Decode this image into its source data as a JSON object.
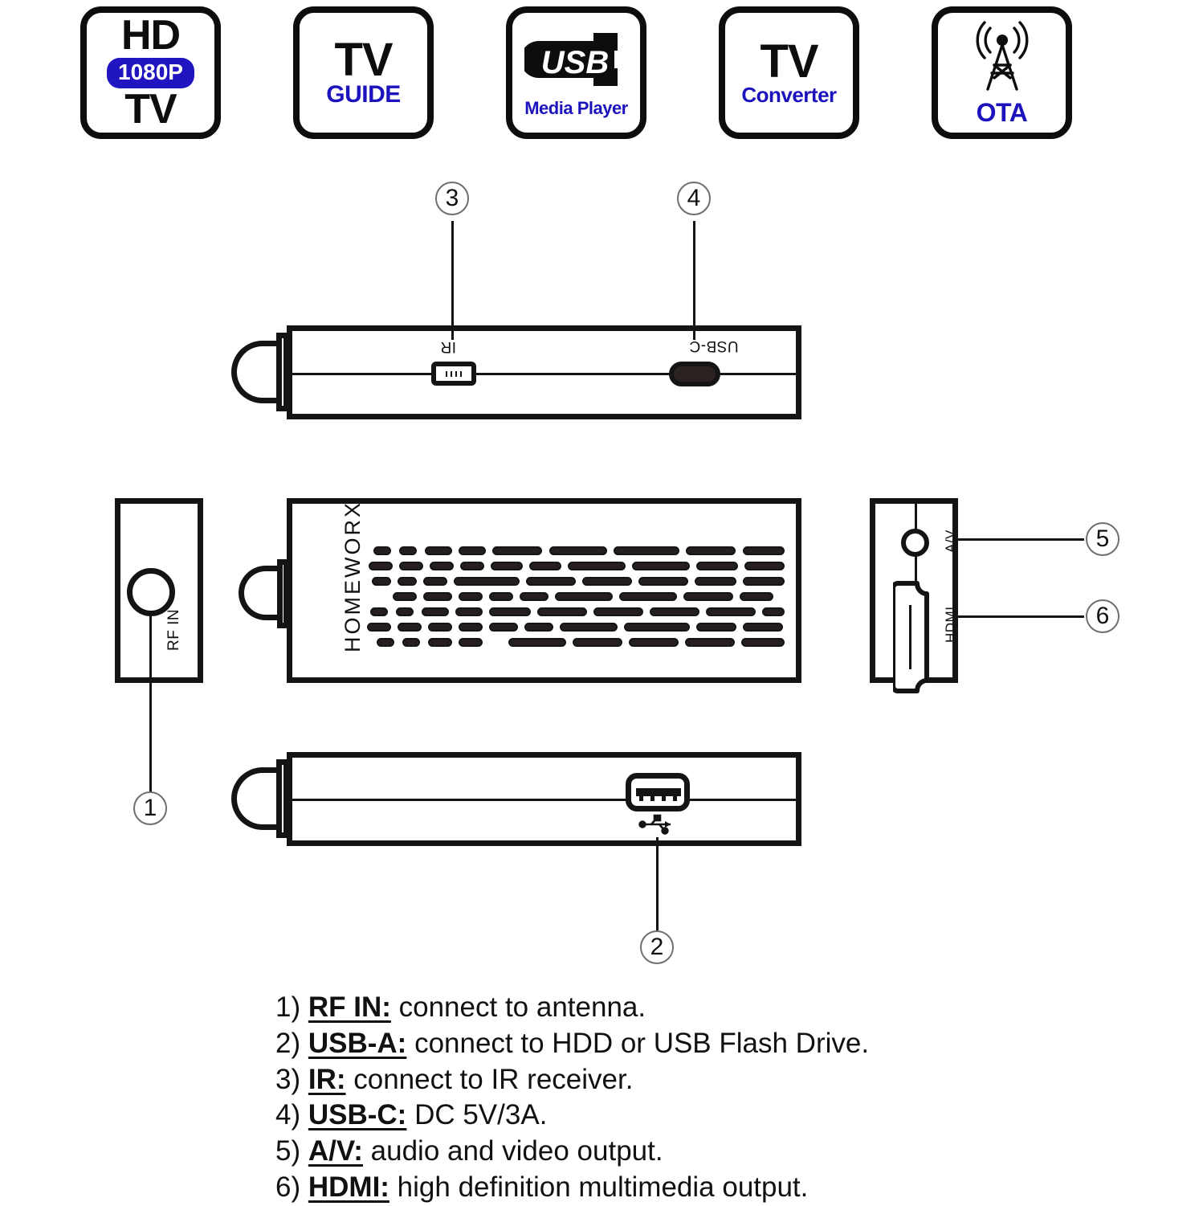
{
  "badges": [
    {
      "name": "hd-1080p-tv",
      "top_text": "HD",
      "pill_text": "1080P",
      "bottom_text": "TV",
      "icon": "hd-tv-icon"
    },
    {
      "name": "tv-guide",
      "top_text": "TV",
      "sub_text": "GUIDE",
      "icon": "tv-guide-icon"
    },
    {
      "name": "usb-media-player",
      "top_text": "USB",
      "sub_text": "Media Player",
      "icon": "usb-logo-icon"
    },
    {
      "name": "tv-converter",
      "top_text": "TV",
      "sub_text": "Converter",
      "icon": "tv-converter-icon"
    },
    {
      "name": "ota",
      "top_text": "",
      "sub_text": "OTA",
      "icon": "broadcast-tower-icon"
    }
  ],
  "colors": {
    "brand_blue": "#1c13bd",
    "pill_blue": "#2015c0",
    "ink": "#141414",
    "callout_stroke": "#6f6f6f"
  },
  "device": {
    "brand_name": "HOMEWORX",
    "views": {
      "top": {
        "name": "top-edge-view",
        "port_labels": [
          "IR",
          "USB-C"
        ]
      },
      "left_end": {
        "name": "left-end-view",
        "port_labels": [
          "RF IN"
        ]
      },
      "front": {
        "name": "front-face-view"
      },
      "right_end": {
        "name": "right-end-view",
        "port_labels": [
          "A/V",
          "HDMI"
        ]
      },
      "bottom": {
        "name": "bottom-edge-view",
        "port_labels": [
          "USB"
        ]
      }
    }
  },
  "callouts": [
    {
      "number": "1",
      "target": "RF IN"
    },
    {
      "number": "2",
      "target": "USB-A"
    },
    {
      "number": "3",
      "target": "IR"
    },
    {
      "number": "4",
      "target": "USB-C"
    },
    {
      "number": "5",
      "target": "A/V"
    },
    {
      "number": "6",
      "target": "HDMI"
    }
  ],
  "port_labels": {
    "ir": "IR",
    "usb_c": "USB-C",
    "rf_in": "RF IN",
    "av": "A/V",
    "hdmi": "HDMI"
  },
  "legend": [
    {
      "num": "1)",
      "term": "RF IN:",
      "desc": " connect to antenna."
    },
    {
      "num": "2)",
      "term": "USB-A:",
      "desc": " connect to HDD or USB Flash Drive."
    },
    {
      "num": "3)",
      "term": "IR:",
      "desc": " connect to IR receiver."
    },
    {
      "num": "4)",
      "term": "USB-C:",
      "desc": " DC 5V/3A."
    },
    {
      "num": "5)",
      "term": "A/V:",
      "desc": " audio and video output."
    },
    {
      "num": "6)",
      "term": "HDMI:",
      "desc": " high definition multimedia output."
    }
  ]
}
